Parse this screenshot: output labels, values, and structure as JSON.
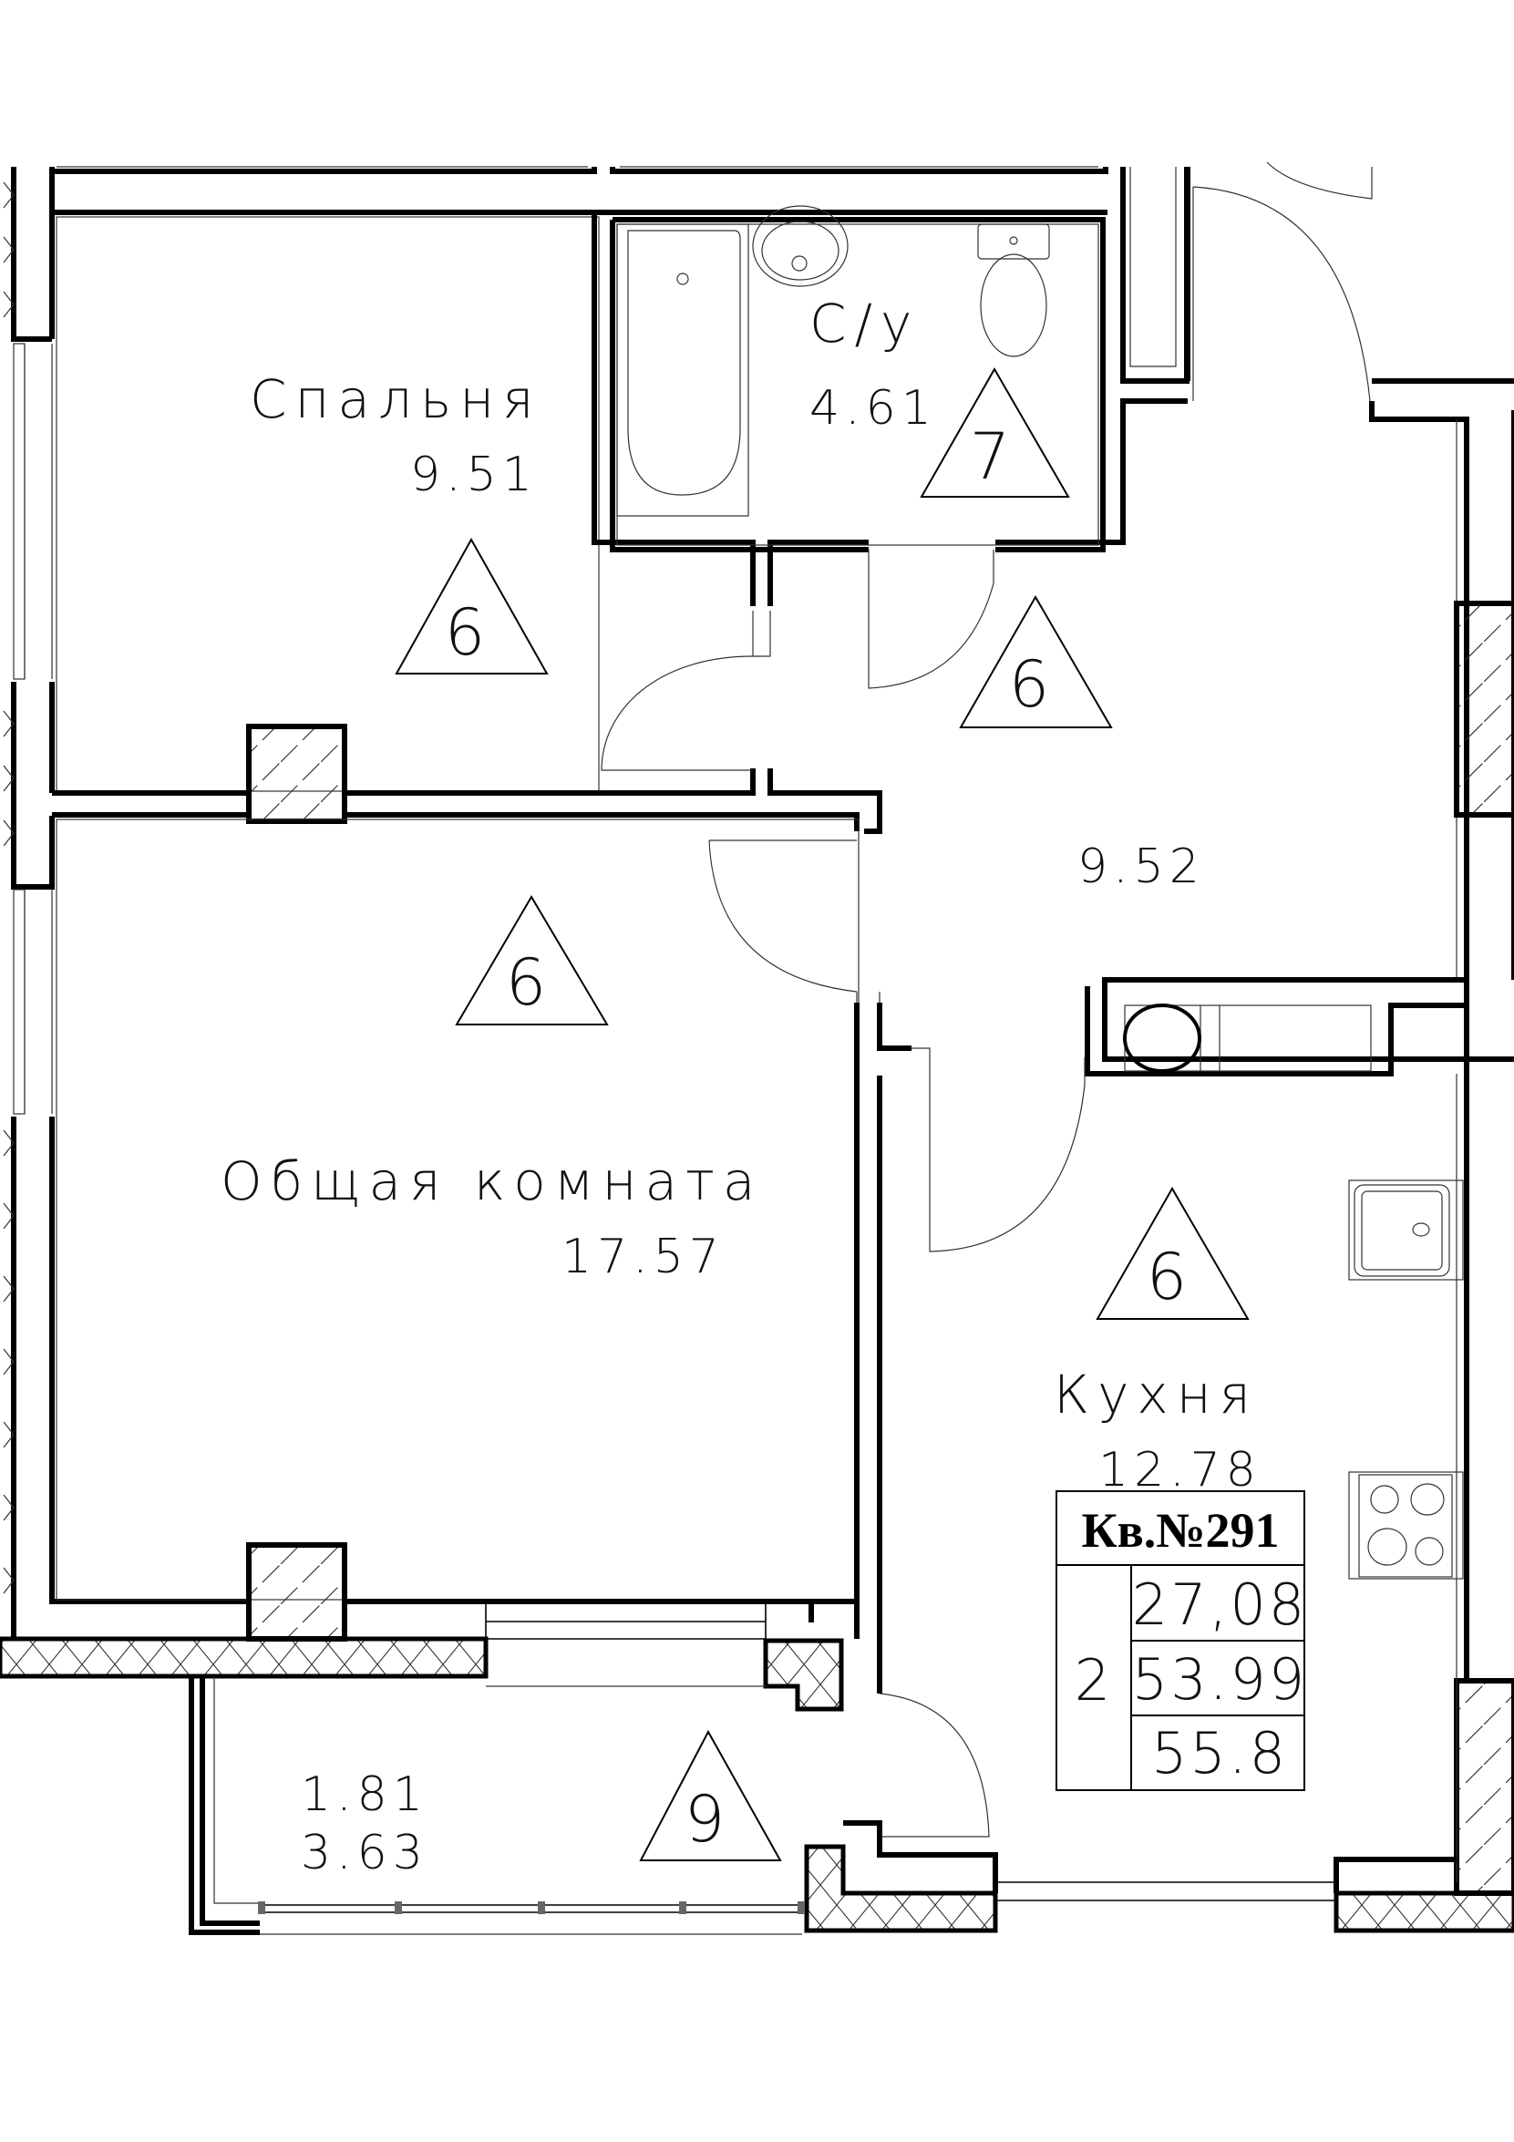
{
  "plan": {
    "rooms": [
      {
        "id": "bedroom",
        "name": "Спальня",
        "area": "9.51",
        "finish_code": "6"
      },
      {
        "id": "bathroom",
        "name": "С/у",
        "area": "4.61",
        "finish_code": "7"
      },
      {
        "id": "hallway",
        "name": "",
        "area": "9.52",
        "finish_code": "6"
      },
      {
        "id": "living",
        "name": "Общая комната",
        "area": "17.57",
        "finish_code": "6"
      },
      {
        "id": "kitchen",
        "name": "Кухня",
        "area": "12.78",
        "finish_code": "6"
      },
      {
        "id": "balcony",
        "name": "",
        "area": "1.81",
        "area2": "3.63",
        "finish_code": "9"
      }
    ],
    "apartment_table": {
      "title": "Кв.№291",
      "rooms_count": "2",
      "living_area": "27,08",
      "total_area": "53.99",
      "total_area_with_balcony": "55.8"
    },
    "colors": {
      "line": "#000000",
      "background": "#ffffff"
    }
  }
}
